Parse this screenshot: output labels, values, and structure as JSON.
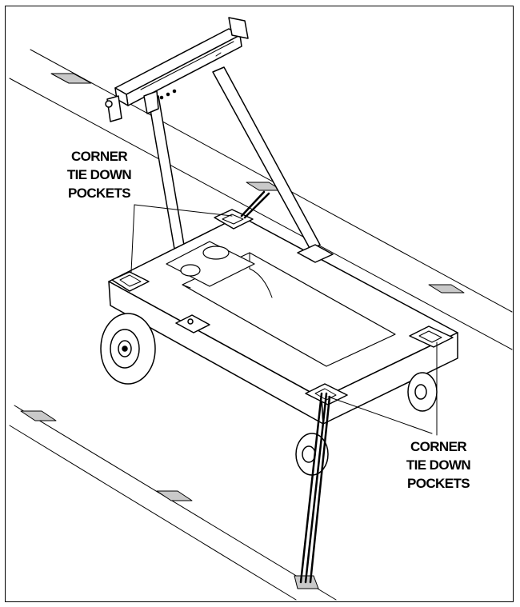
{
  "callouts": {
    "top": {
      "line1": "CORNER",
      "line2": "TIE DOWN",
      "line3": "POCKETS"
    },
    "bottom": {
      "line1": "CORNER",
      "line2": "TIE DOWN",
      "line3": "POCKETS"
    }
  },
  "colors": {
    "line": "#000000",
    "pad": "#c9c9c9",
    "body": "#ffffff"
  }
}
